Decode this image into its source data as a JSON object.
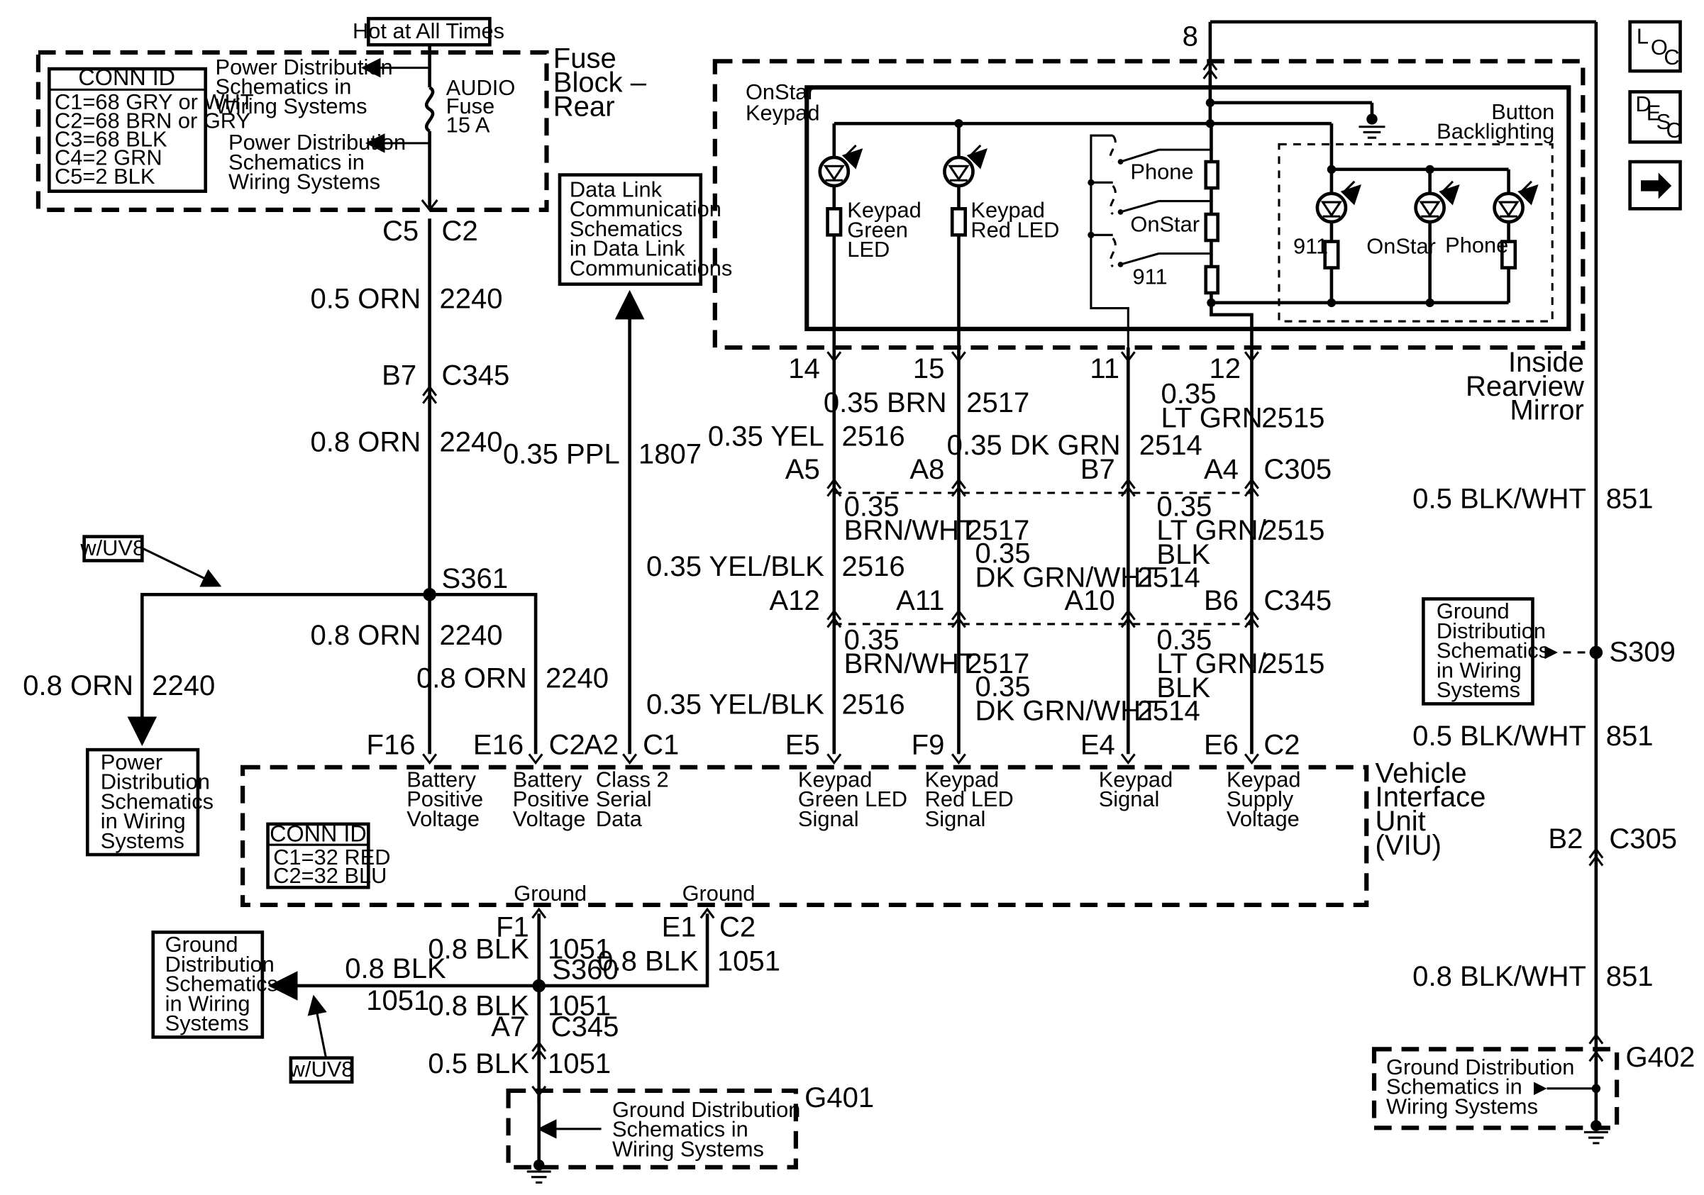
{
  "fuse_block": {
    "hot_label": "Hot at All Times",
    "name_lines": [
      "Fuse",
      "Block –",
      "Rear"
    ],
    "conn_id_title": "CONN ID",
    "conn_id_lines": [
      "C1=68 GRY or WHT",
      "C2=68 BRN or GRY",
      "C3=68 BLK",
      "C4=2 GRN",
      "C5=2 BLK"
    ],
    "pd_ref_top": [
      "Power Distribution",
      "Schematics in",
      "Wiring Systems"
    ],
    "pd_ref_mid": [
      "Power Distribution",
      "Schematics in",
      "Wiring Systems"
    ],
    "fuse_label": [
      "AUDIO",
      "Fuse",
      "15 A"
    ],
    "conn_left": "C5",
    "conn_right": "C2"
  },
  "data_link_ref": [
    "Data Link",
    "Communication",
    "Schematics",
    "in Data Link",
    "Communications"
  ],
  "wires": {
    "w2240_a": {
      "size": "0.5 ORN",
      "circuit": "2240"
    },
    "c345_top": {
      "pin": "B7",
      "conn": "C345"
    },
    "w2240_b": {
      "size": "0.8 ORN",
      "circuit": "2240"
    },
    "ppl": {
      "size": "0.35 PPL",
      "circuit": "1807"
    },
    "splice_s361": "S361",
    "w2240_c": {
      "size": "0.8 ORN",
      "circuit": "2240"
    },
    "w2240_d": {
      "size": "0.8 ORN",
      "circuit": "2240"
    },
    "w2240_left": {
      "size": "0.8 ORN",
      "circuit": "2240"
    },
    "option_tag": "w/UV8",
    "option_tag_2": "w/UV8",
    "pd_ref_left": [
      "Power",
      "Distribution",
      "Schematics",
      "in Wiring",
      "Systems"
    ]
  },
  "mirror": {
    "keypad_label": [
      "OnStar",
      "Keypad"
    ],
    "backlight_label": [
      "Button",
      "Backlighting"
    ],
    "green_led": [
      "Keypad",
      "Green",
      "LED"
    ],
    "red_led": [
      "Keypad",
      "Red LED"
    ],
    "switch_phone": "Phone",
    "switch_onstar": "OnStar",
    "switch_911": "911",
    "bl_911": "911",
    "bl_onstar": "OnStar",
    "bl_phone": "Phone",
    "name_lines": [
      "Inside",
      "Rearview",
      "Mirror"
    ],
    "pin_8": "8",
    "pin_14": "14",
    "pin_15": "15",
    "pin_11": "11",
    "pin_12": "12"
  },
  "mirror_wires": {
    "brn": {
      "size": "0.35 BRN",
      "circuit": "2517"
    },
    "yel": {
      "size": "0.35 YEL",
      "circuit": "2516"
    },
    "dkgrn": {
      "size": "0.35 DK GRN",
      "circuit": "2514"
    },
    "ltgrn": {
      "size_1": "0.35",
      "size_2": "LT GRN",
      "circuit": "2515"
    },
    "c305": {
      "a5": "A5",
      "a8": "A8",
      "b7": "B7",
      "a4": "A4",
      "conn": "C305"
    },
    "mid": {
      "brnwht_1": "0.35",
      "brnwht_2": "BRN/WHT",
      "brnwht_c": "2517",
      "yelblk": "0.35 YEL/BLK",
      "yelblk_c": "2516",
      "dkgrnwht_1": "0.35",
      "dkgrnwht_2": "DK GRN/WHT",
      "dkgrnwht_c": "2514",
      "ltgrnblk_1": "0.35",
      "ltgrnblk_2": "LT GRN/",
      "ltgrnblk_3": "BLK",
      "ltgrnblk_c": "2515"
    },
    "c345": {
      "a12": "A12",
      "a11": "A11",
      "a10": "A10",
      "b6": "B6",
      "conn": "C345"
    },
    "low": {
      "brnwht_1": "0.35",
      "brnwht_2": "BRN/WHT",
      "brnwht_c": "2517",
      "yelblk": "0.35 YEL/BLK",
      "yelblk_c": "2516",
      "dkgrnwht_1": "0.35",
      "dkgrnwht_2": "DK GRN/WHT",
      "dkgrnwht_c": "2514",
      "ltgrnblk_1": "0.35",
      "ltgrnblk_2": "LT GRN/",
      "ltgrnblk_3": "BLK",
      "ltgrnblk_c": "2515"
    }
  },
  "viu": {
    "name_lines": [
      "Vehicle",
      "Interface",
      "Unit",
      "(VIU)"
    ],
    "pins": {
      "f16": "F16",
      "e16": "E16",
      "c2a": "C2",
      "a2": "A2",
      "c1": "C1",
      "e5": "E5",
      "f9": "F9",
      "e4": "E4",
      "e6": "E6",
      "c2b": "C2"
    },
    "batt1": [
      "Battery",
      "Positive",
      "Voltage"
    ],
    "batt2": [
      "Battery",
      "Positive",
      "Voltage"
    ],
    "class2": [
      "Class 2",
      "Serial",
      "Data"
    ],
    "green_sig": [
      "Keypad",
      "Green LED",
      "Signal"
    ],
    "red_sig": [
      "Keypad",
      "Red LED",
      "Signal"
    ],
    "kp_sig": [
      "Keypad",
      "Signal"
    ],
    "kp_sup": [
      "Keypad",
      "Supply",
      "Voltage"
    ],
    "conn_id_title": "CONN ID",
    "conn_id_lines": [
      "C1=32 RED",
      "C2=32 BLU"
    ],
    "ground_1": "Ground",
    "ground_2": "Ground"
  },
  "ground_section": {
    "f1": "F1",
    "e1": "E1",
    "c2": "C2",
    "blk_a": {
      "size": "0.8 BLK",
      "circuit": "1051"
    },
    "splice_s360": "S360",
    "blk_b": {
      "size": "0.8 BLK",
      "circuit": "1051"
    },
    "blk_left": {
      "size": "0.8 BLK",
      "circuit": "1051"
    },
    "blk_c": {
      "size": "0.8 BLK",
      "circuit": "1051"
    },
    "a7": "A7",
    "c345": "C345",
    "blk_d": {
      "size": "0.5 BLK",
      "circuit": "1051"
    },
    "gd_ref_left": [
      "Ground",
      "Distribution",
      "Schematics",
      "in Wiring",
      "Systems"
    ],
    "g401_ref": [
      "Ground Distribution",
      "Schematics in",
      "Wiring Systems"
    ],
    "g401": "G401"
  },
  "right_ground": {
    "w851_a": {
      "size": "0.5 BLK/WHT",
      "circuit": "851"
    },
    "gd_ref": [
      "Ground",
      "Distribution",
      "Schematics",
      "in Wiring",
      "Systems"
    ],
    "splice_s309": "S309",
    "w851_b": {
      "size": "0.5 BLK/WHT",
      "circuit": "851"
    },
    "b2": "B2",
    "c305": "C305",
    "w851_c": {
      "size": "0.8 BLK/WHT",
      "circuit": "851"
    },
    "g402_ref": [
      "Ground Distribution",
      "Schematics in",
      "Wiring Systems"
    ],
    "g402": "G402"
  },
  "nav": {
    "loc_icon": [
      "L",
      "O",
      "C"
    ],
    "desc_icon": [
      "D",
      "E",
      "S",
      "C"
    ],
    "arrow_icon": "→"
  }
}
